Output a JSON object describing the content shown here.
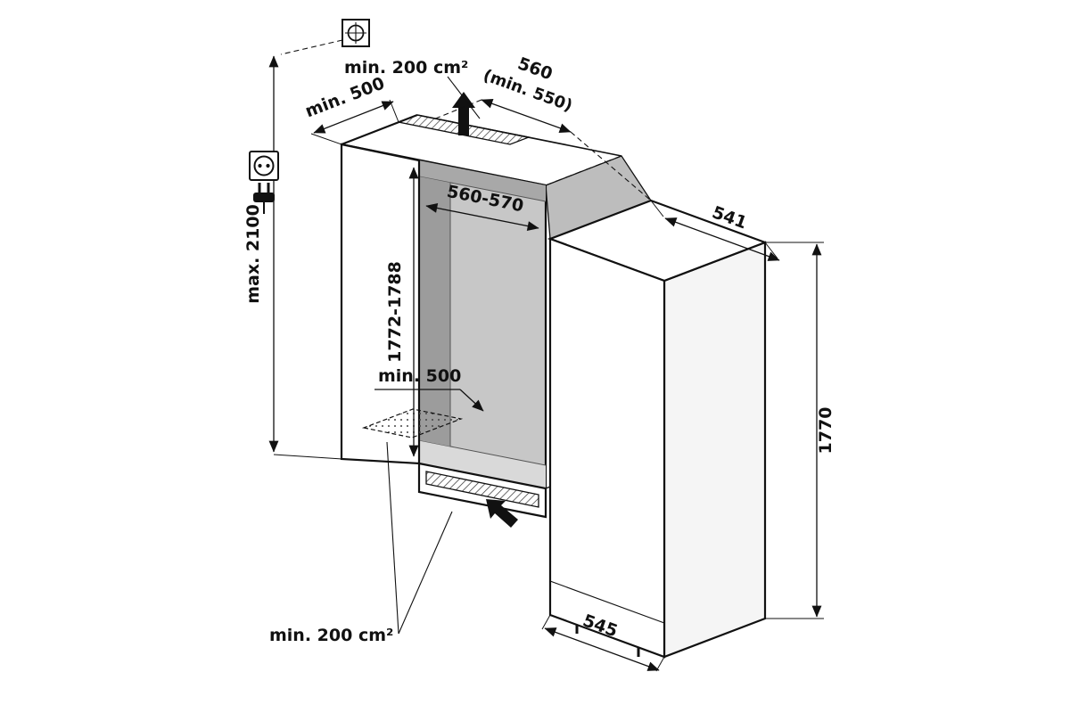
{
  "diagram": {
    "type": "appliance-installation-drawing",
    "subject": "built-in refrigerator niche dimensions",
    "labels": {
      "top_vent_area": "min. 200 cm²",
      "top_depth": "min. 500",
      "niche_depth_value": "560",
      "niche_depth_min": "(min. 550)",
      "appliance_top_width": "541",
      "max_height": "max. 2100",
      "niche_width": "560-570",
      "niche_height": "1772-1788",
      "mid_depth": "min. 500",
      "appliance_height": "1770",
      "appliance_depth": "545",
      "bottom_vent_area": "min. 200 cm²"
    },
    "icons": [
      "datum-symbol",
      "socket-outlet-icon",
      "plug-icon",
      "airflow-arrow-top",
      "airflow-arrow-bottom"
    ],
    "colors": {
      "line": "#111111",
      "interior_gray": "#c7c7c7",
      "sidewall_gray": "#9c9c9c",
      "ceiling_gray": "#a8a8a8",
      "floor_gray": "#d9d9d9",
      "hidden_gray": "#bdbdbd",
      "background": "#ffffff"
    }
  }
}
